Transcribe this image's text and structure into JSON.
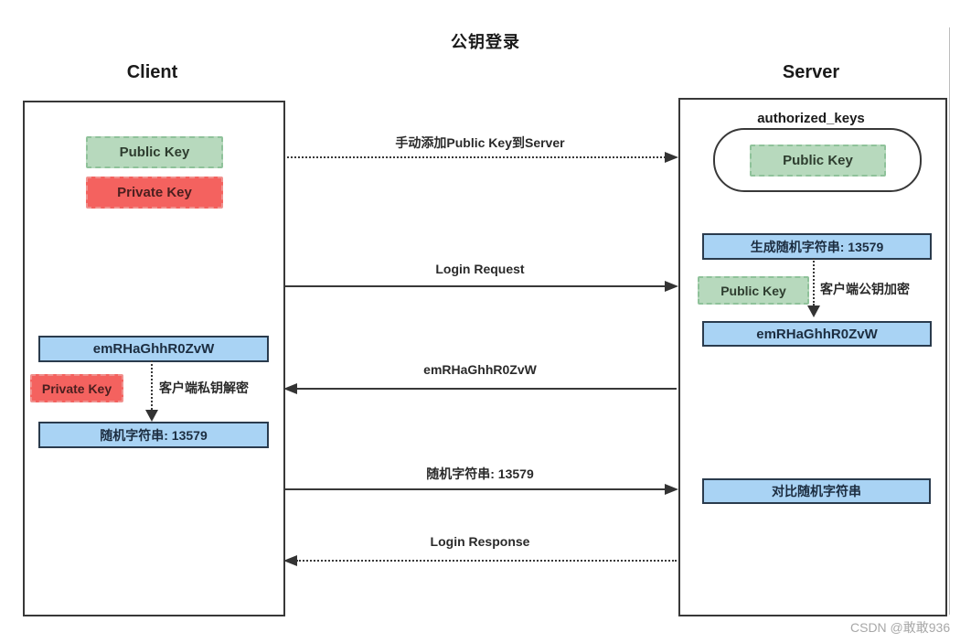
{
  "title": "公钥登录",
  "watermark": "CSDN @敢敢936",
  "client": {
    "label": "Client",
    "public_key_label": "Public Key",
    "private_key_label": "Private Key",
    "encrypted_value": "emRHaGhhR0ZvW",
    "private_key_label2": "Private Key",
    "decrypt_note": "客户端私钥解密",
    "random_string": "随机字符串: 13579"
  },
  "server": {
    "label": "Server",
    "authorized_keys_label": "authorized_keys",
    "stored_public_key_label": "Public Key",
    "generate_random": "生成随机字符串: 13579",
    "public_key_label2": "Public Key",
    "encrypt_note": "客户端公钥加密",
    "encrypted_value": "emRHaGhhR0ZvW",
    "compare_random": "对比随机字符串"
  },
  "messages": [
    {
      "label": "手动添加Public Key到Server",
      "direction": "right",
      "style": "dotted"
    },
    {
      "label": "Login Request",
      "direction": "right",
      "style": "solid"
    },
    {
      "label": "emRHaGhhR0ZvW",
      "direction": "left",
      "style": "solid"
    },
    {
      "label": "随机字符串: 13579",
      "direction": "right",
      "style": "solid"
    },
    {
      "label": "Login Response",
      "direction": "left",
      "style": "dotted"
    }
  ],
  "colors": {
    "public_key_bg": "#b7d9bd",
    "private_key_bg": "#f4625f",
    "blue_box_bg": "#a9d3f4",
    "blue_box_border": "#2a3b4d",
    "line_color": "#383838"
  }
}
